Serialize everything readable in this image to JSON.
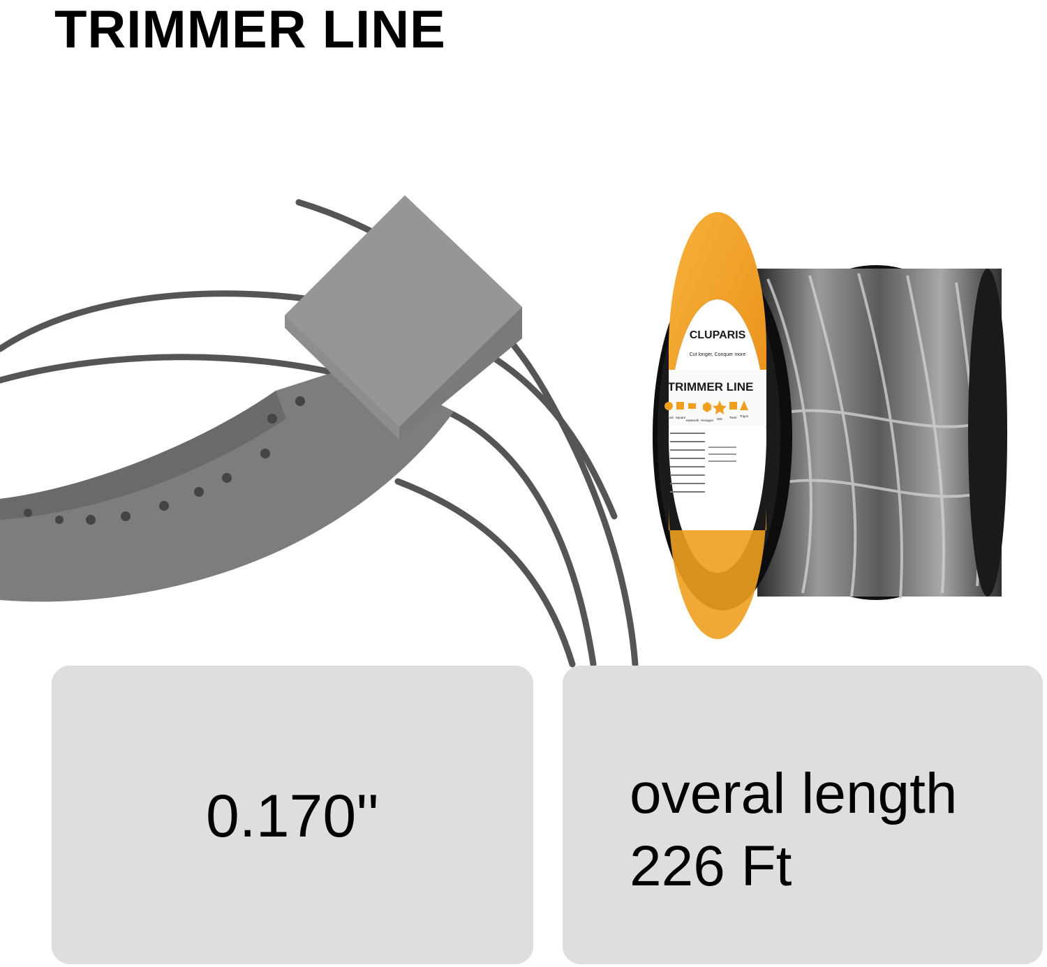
{
  "page": {
    "title": "TRIMMER LINE"
  },
  "spec_cards": {
    "diameter": "0.170''",
    "length_line1": "overal length",
    "length_line2": "226 Ft"
  },
  "spool_label": {
    "brand": "CLUPARIS",
    "tagline": "Cut longer, Conquer more",
    "product": "TRIMMER LINE",
    "shapes": [
      "Round",
      "Square",
      "Sawtooth",
      "Hexagon",
      "Star",
      "Twist",
      "Trigon"
    ]
  },
  "colors": {
    "label_orange": "#f5a623",
    "spool_black": "#151515",
    "card_grey": "#dedede",
    "line_grey": "#8a8a8a"
  },
  "icons": [
    "trimmer-line-crosssection-icon",
    "spool-icon"
  ]
}
